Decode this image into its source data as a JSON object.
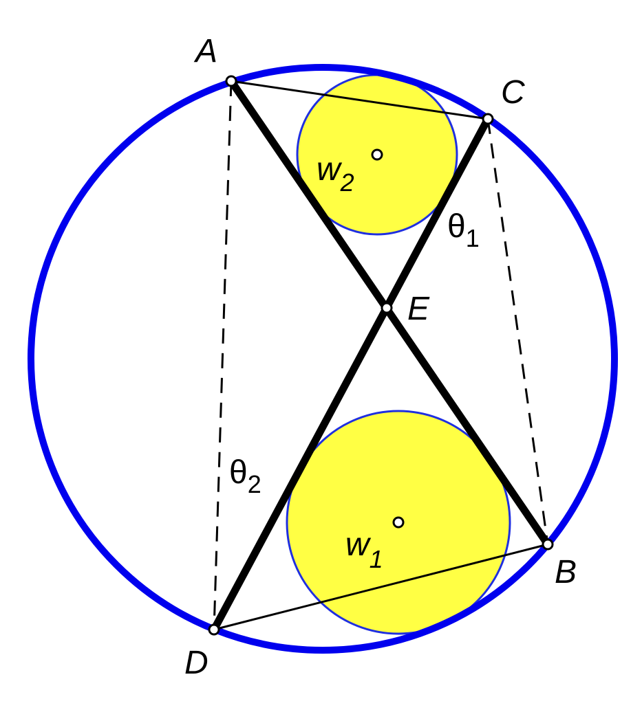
{
  "points": {
    "A": "A",
    "B": "B",
    "C": "C",
    "D": "D",
    "E": "E"
  },
  "angles": {
    "theta1": {
      "symbol": "θ",
      "sub": "1"
    },
    "theta2": {
      "symbol": "θ",
      "sub": "2"
    }
  },
  "circles": {
    "w1": {
      "symbol": "w",
      "sub": "1"
    },
    "w2": {
      "symbol": "w",
      "sub": "2"
    }
  },
  "colors": {
    "circumcircle": "#0000ee",
    "incircle_fill": "#ffff44",
    "incircle_stroke": "#1f2fe0",
    "lines": "#000000",
    "point_fill": "#ffffff"
  }
}
